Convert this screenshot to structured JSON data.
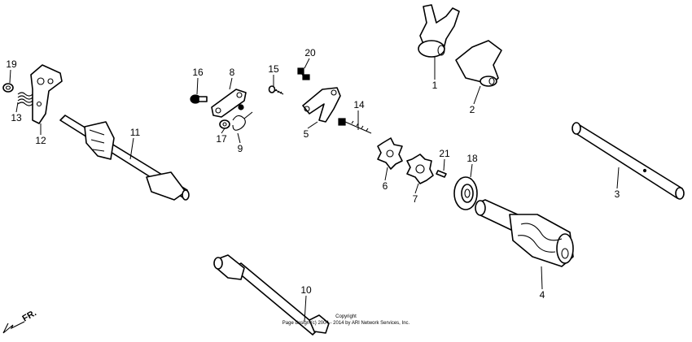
{
  "diagram": {
    "callouts": [
      {
        "id": "1",
        "label": "1"
      },
      {
        "id": "2",
        "label": "2"
      },
      {
        "id": "3",
        "label": "3"
      },
      {
        "id": "4",
        "label": "4"
      },
      {
        "id": "5",
        "label": "5"
      },
      {
        "id": "6",
        "label": "6"
      },
      {
        "id": "7",
        "label": "7"
      },
      {
        "id": "8",
        "label": "8"
      },
      {
        "id": "9",
        "label": "9"
      },
      {
        "id": "10",
        "label": "10"
      },
      {
        "id": "11",
        "label": "11"
      },
      {
        "id": "12",
        "label": "12"
      },
      {
        "id": "13",
        "label": "13"
      },
      {
        "id": "14",
        "label": "14"
      },
      {
        "id": "15",
        "label": "15"
      },
      {
        "id": "16",
        "label": "16"
      },
      {
        "id": "17",
        "label": "17"
      },
      {
        "id": "18",
        "label": "18"
      },
      {
        "id": "19",
        "label": "19"
      },
      {
        "id": "20",
        "label": "20"
      },
      {
        "id": "21",
        "label": "21"
      }
    ],
    "direction_label": "FR.",
    "copyright_line1": "Copyright",
    "copyright_line2": "Page design (c) 2004 - 2014 by ARI Network Services, Inc."
  }
}
